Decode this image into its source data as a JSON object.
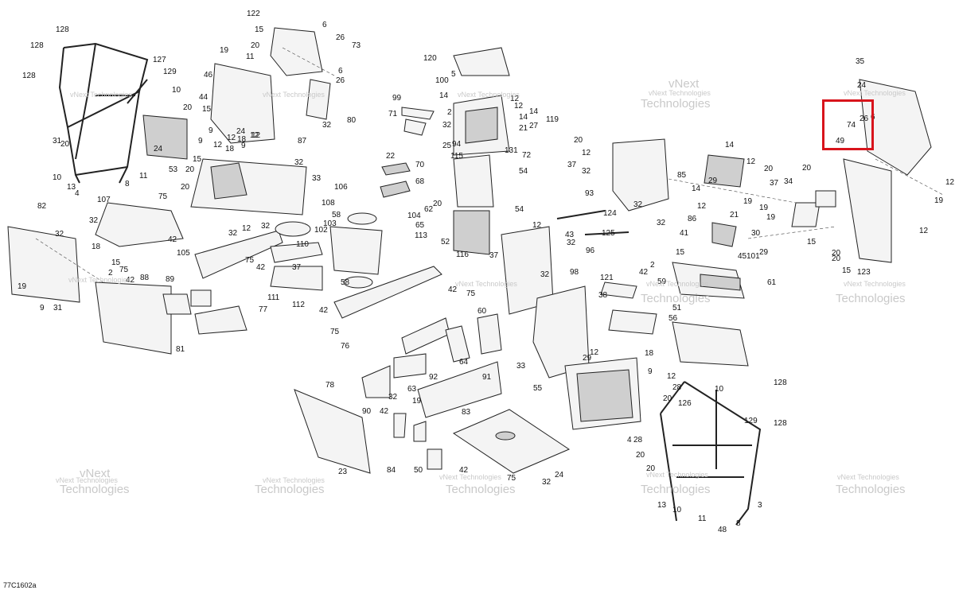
{
  "diagram": {
    "reference_code": "77C1602a",
    "watermark": {
      "line1": "vNext Technologies",
      "line2": "vNext",
      "line3": "Technologies"
    },
    "highlight": {
      "color": "#d8141c",
      "labels": [
        "74",
        "26",
        "6",
        "49"
      ]
    },
    "callouts": [
      "128",
      "128",
      "128",
      "127",
      "129",
      "10",
      "31",
      "20",
      "10",
      "13",
      "4",
      "8",
      "11",
      "24",
      "122",
      "15",
      "20",
      "6",
      "26",
      "73",
      "6",
      "26",
      "80",
      "32",
      "19",
      "11",
      "46",
      "44",
      "15",
      "20",
      "9",
      "12",
      "24",
      "18",
      "12",
      "87",
      "53",
      "9",
      "15",
      "20",
      "12",
      "18",
      "9",
      "12",
      "20",
      "32",
      "33",
      "106",
      "107",
      "32",
      "75",
      "42",
      "82",
      "32",
      "18",
      "15",
      "2",
      "75",
      "42",
      "19",
      "9",
      "31",
      "88",
      "89",
      "77",
      "81",
      "105",
      "32",
      "12",
      "32",
      "75",
      "42",
      "111",
      "112",
      "108",
      "102",
      "110",
      "37",
      "76",
      "75",
      "42",
      "58",
      "103",
      "58",
      "120",
      "5",
      "100",
      "14",
      "12",
      "14",
      "12",
      "14",
      "21",
      "27",
      "119",
      "99",
      "71",
      "2",
      "32",
      "94",
      "25",
      "131",
      "72",
      "115",
      "54",
      "22",
      "70",
      "68",
      "20",
      "62",
      "104",
      "65",
      "113",
      "52",
      "116",
      "54",
      "124",
      "125",
      "43",
      "32",
      "12",
      "37",
      "96",
      "32",
      "20",
      "12",
      "37",
      "32",
      "93",
      "32",
      "32",
      "85",
      "14",
      "12",
      "20",
      "14",
      "29",
      "37",
      "86",
      "12",
      "21",
      "19",
      "19",
      "19",
      "29",
      "30",
      "101",
      "34",
      "20",
      "41",
      "45",
      "61",
      "15",
      "2",
      "42",
      "59",
      "121",
      "38",
      "51",
      "56",
      "55",
      "98",
      "42",
      "75",
      "60",
      "63",
      "64",
      "92",
      "91",
      "33",
      "29",
      "12",
      "18",
      "9",
      "12",
      "28",
      "20",
      "28",
      "126",
      "128",
      "10",
      "129",
      "128",
      "20",
      "20",
      "4",
      "13",
      "10",
      "11",
      "8",
      "3",
      "48",
      "83",
      "78",
      "90",
      "42",
      "32",
      "19",
      "23",
      "84",
      "50",
      "42",
      "75",
      "32",
      "24",
      "12",
      "20",
      "15",
      "123",
      "35",
      "24",
      "19",
      "15",
      "12",
      "20"
    ]
  }
}
